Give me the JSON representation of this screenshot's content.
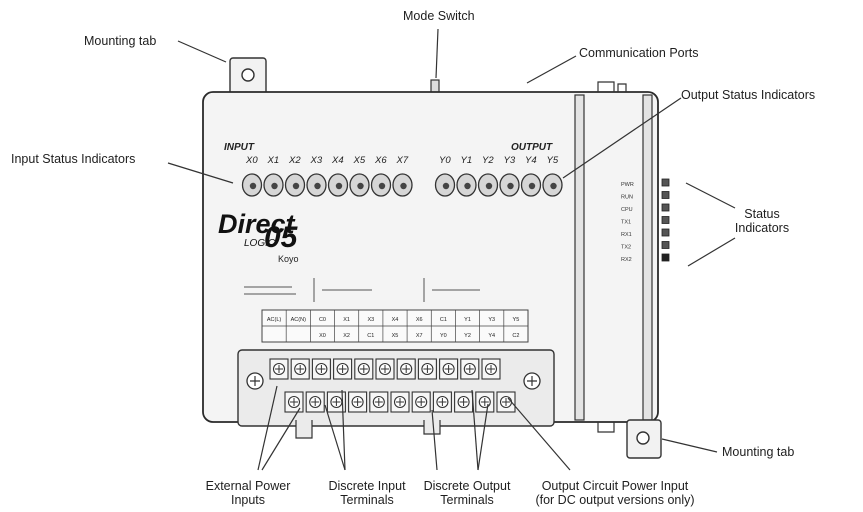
{
  "callouts": {
    "mounting_tab_top": "Mounting tab",
    "mode_switch": "Mode Switch",
    "communication_ports": "Communication Ports",
    "output_status_indicators": "Output Status Indicators",
    "input_status_indicators": "Input Status Indicators",
    "status_indicators_line1": "Status",
    "status_indicators_line2": "Indicators",
    "mounting_tab_bottom": "Mounting tab",
    "external_power_line1": "External Power",
    "external_power_line2": "Inputs",
    "discrete_input_line1": "Discrete Input",
    "discrete_input_line2": "Terminals",
    "discrete_output_line1": "Discrete Output",
    "discrete_output_line2": "Terminals",
    "output_circuit_line1": "Output Circuit Power Input",
    "output_circuit_line2": "(for DC output versions only)"
  },
  "device": {
    "input_heading": "INPUT",
    "output_heading": "OUTPUT",
    "input_labels": [
      "X0",
      "X1",
      "X2",
      "X3",
      "X4",
      "X5",
      "X6",
      "X7"
    ],
    "output_labels": [
      "Y0",
      "Y1",
      "Y2",
      "Y3",
      "Y4",
      "Y5"
    ],
    "brand_line1": "Direct",
    "brand_line2": "LOGIC",
    "brand_model": "05",
    "brand_maker": "Koyo",
    "status_leds": [
      "PWR",
      "RUN",
      "CPU",
      "TX1",
      "RX1",
      "TX2",
      "RX2"
    ],
    "terminal_row_top": [
      "AC(L)",
      "AC(N)",
      "C0",
      "X1",
      "X3",
      "X4",
      "X6",
      "C1",
      "Y1",
      "Y3",
      "Y5"
    ],
    "terminal_row_bottom": [
      "",
      "",
      "X0",
      "X2",
      "C1",
      "X5",
      "X7",
      "Y0",
      "Y2",
      "Y4",
      "C2"
    ]
  }
}
